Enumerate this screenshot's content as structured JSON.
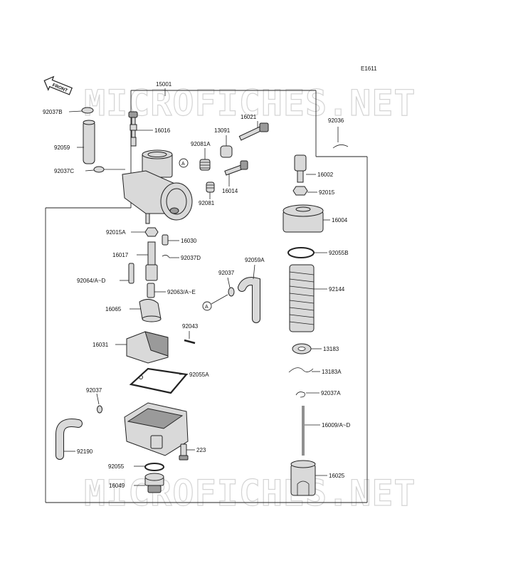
{
  "diagram_code": "E1611",
  "front_label": "FRONT",
  "watermark": "MICROFICHES.NET",
  "assembly_label": "15001",
  "ref_marker": "A",
  "parts": {
    "p92037B": "92037B",
    "p92059": "92059",
    "p92037C": "92037C",
    "p16016": "16016",
    "p92081A": "92081A",
    "p13091": "13091",
    "p16021": "16021",
    "p16014": "16014",
    "p92081": "92081",
    "p92036": "92036",
    "p16002": "16002",
    "p92015": "92015",
    "p16004": "16004",
    "p92015A": "92015A",
    "p16030": "16030",
    "p16017": "16017",
    "p92037D": "92037D",
    "p92064": "92064/A~D",
    "p92063": "92063/A~E",
    "p92037": "92037",
    "p92059A": "92059A",
    "p16065": "16065",
    "p92043": "92043",
    "p16031": "16031",
    "p92055A": "92055A",
    "p92055B": "92055B",
    "p92144": "92144",
    "p13183": "13183",
    "p13183A": "13183A",
    "p92037A": "92037A",
    "p16009": "16009/A~D",
    "p92037b2": "92037",
    "p92190": "92190",
    "p223": "223",
    "p92055": "92055",
    "p16049": "16049",
    "p16025": "16025"
  },
  "icons": [
    "front-arrow-icon"
  ]
}
